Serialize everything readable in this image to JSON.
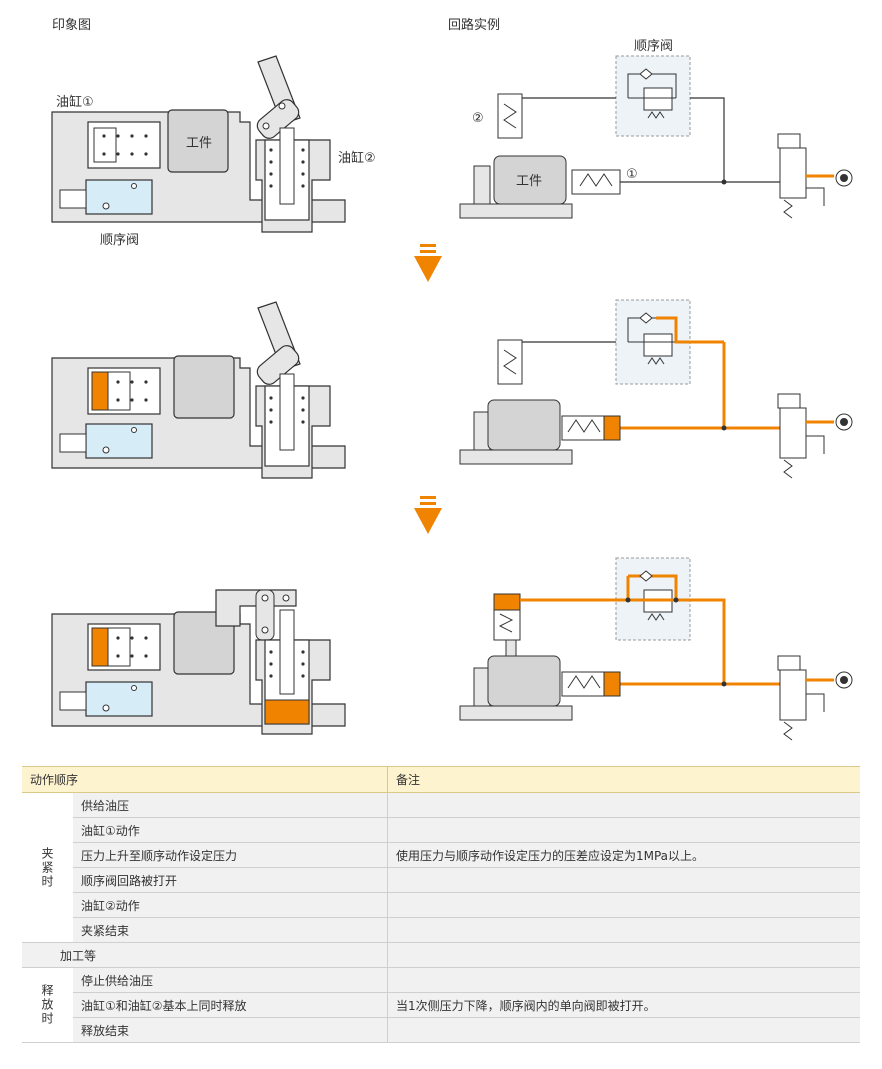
{
  "headers": {
    "impression": "印象图",
    "circuit": "回路实例"
  },
  "labels": {
    "cylinder1": "油缸①",
    "cylinder2": "油缸②",
    "workpiece": "工件",
    "sequence_valve": "顺序阀",
    "mark1": "①",
    "mark2": "②"
  },
  "colors": {
    "oil": "#f08300",
    "line": "#333333",
    "body": "#e6e6e6",
    "valve_box": "#eef3f7",
    "valve_body": "#d6ecf7",
    "arrow": "#f08300"
  },
  "table": {
    "col_action": "动作顺序",
    "col_note": "备注",
    "clamp_group": "夹紧时",
    "clamp_steps": [
      {
        "step": "供给油压",
        "note": ""
      },
      {
        "step": "油缸①动作",
        "note": ""
      },
      {
        "step": "压力上升至顺序动作设定压力",
        "note": "使用压力与顺序动作设定压力的压差应设定为1MPa以上。"
      },
      {
        "step": "顺序阀回路被打开",
        "note": ""
      },
      {
        "step": "油缸②动作",
        "note": ""
      },
      {
        "step": "夹紧结束",
        "note": ""
      }
    ],
    "machining": {
      "step": "加工等",
      "note": ""
    },
    "release_group": "释放时",
    "release_steps": [
      {
        "step": "停止供给油压",
        "note": ""
      },
      {
        "step": "油缸①和油缸②基本上同时释放",
        "note": "当1次侧压力下降，顺序阀内的单向阀即被打开。"
      },
      {
        "step": "释放结束",
        "note": ""
      }
    ]
  }
}
